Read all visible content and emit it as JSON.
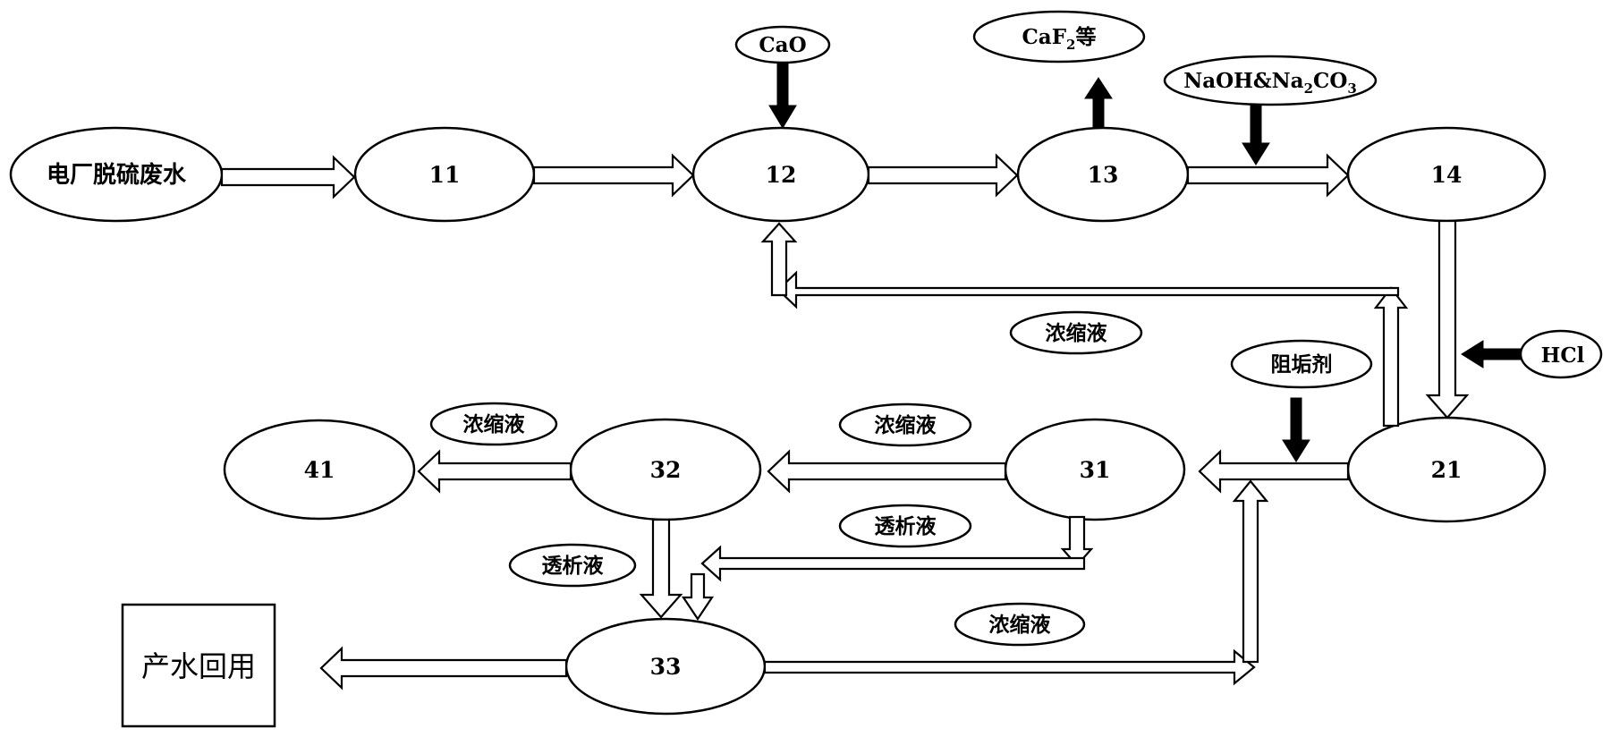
{
  "nodes": {
    "source": "电厂脱硫废水",
    "n11": "11",
    "n12": "12",
    "n13": "13",
    "n14": "14",
    "n21": "21",
    "n31": "31",
    "n32": "32",
    "n33": "33",
    "n41": "41",
    "reuse": "产水回用"
  },
  "reagents": {
    "cao": "CaO",
    "caf2": "CaF",
    "caf2_sub": "2",
    "caf2_suffix": "等",
    "naoh_a": "NaOH&Na",
    "naoh_sub1": "2",
    "naoh_b": "CO",
    "naoh_sub2": "3",
    "hcl": "HCl",
    "antiscalant": "阻垢剂"
  },
  "stream_labels": {
    "concentrate_top": "浓缩液",
    "concentrate_31_32": "浓缩液",
    "concentrate_32_41": "浓缩液",
    "concentrate_33": "浓缩液",
    "dialysate_31": "透析液",
    "dialysate_32": "透析液"
  }
}
